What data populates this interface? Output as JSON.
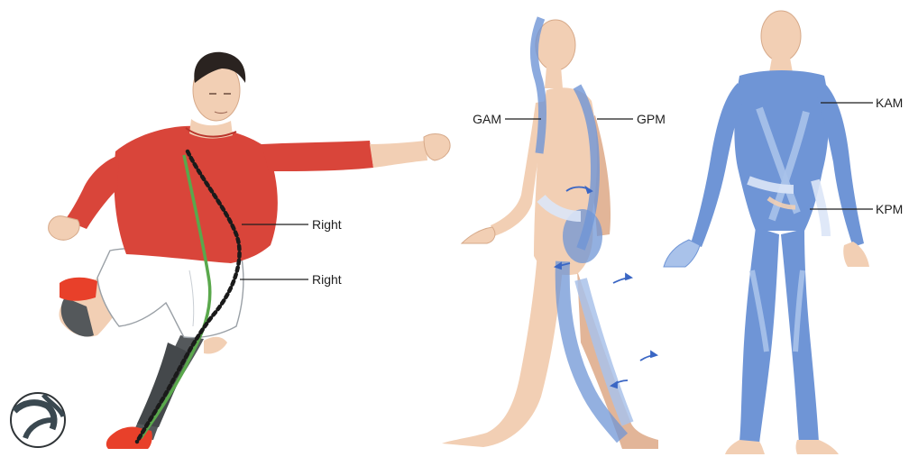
{
  "labels": {
    "right_upper": "Right",
    "right_lower": "Right",
    "gam": "GAM",
    "gpm": "GPM",
    "kam": "KAM",
    "kpm": "KPM"
  },
  "colors": {
    "skin": "#f2cfb4",
    "skin_shadow": "#e2b598",
    "jersey": "#d9453a",
    "jersey_shadow": "#b9352c",
    "shorts": "#ffffff",
    "sock": "#54585b",
    "boot": "#e8402a",
    "hair": "#2a2320",
    "green_line": "#5aa84c",
    "fascia_blue": "#6f95d6",
    "fascia_light": "#a9c2ea",
    "fascia_pale": "#dbe6f7"
  }
}
